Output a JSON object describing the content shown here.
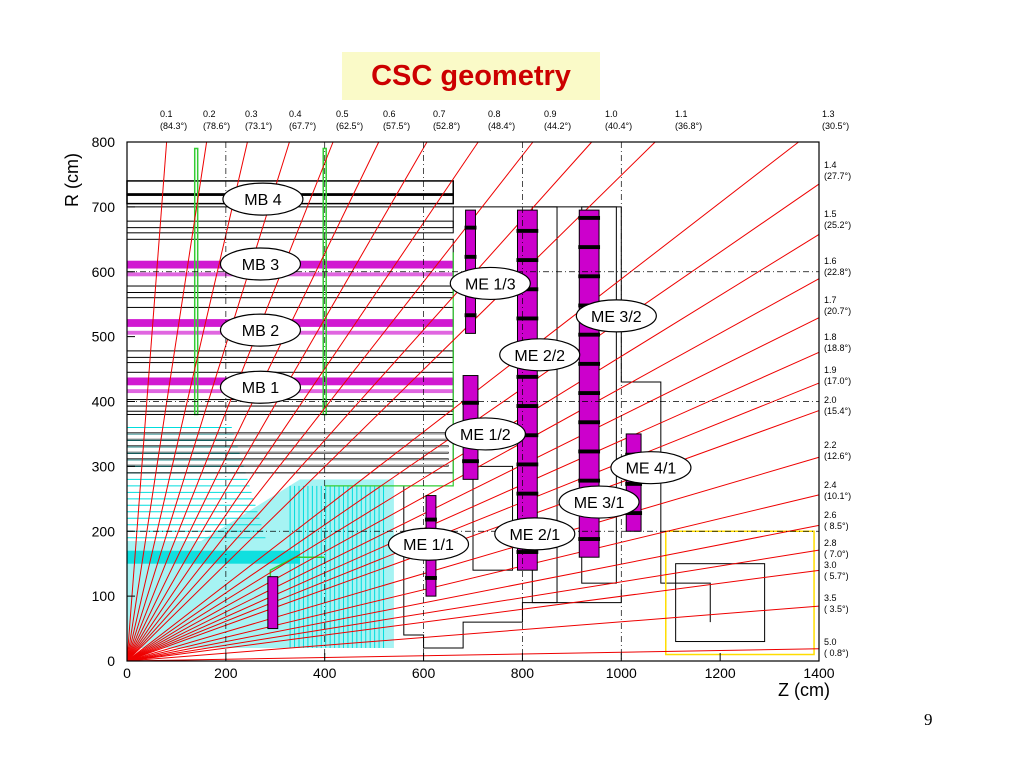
{
  "slide": {
    "title": "CSC geometry",
    "page_number": "9"
  },
  "axes": {
    "x": {
      "title": "Z (cm)",
      "min": 0,
      "max": 1400,
      "ticks": [
        "0",
        "200",
        "400",
        "600",
        "800",
        "1000",
        "1200",
        "1400"
      ]
    },
    "y": {
      "title": "R (cm)",
      "min": 0,
      "max": 800,
      "ticks": [
        "0",
        "100",
        "200",
        "300",
        "400",
        "500",
        "600",
        "700",
        "800"
      ]
    }
  },
  "eta_top": [
    {
      "eta": "0.1",
      "theta": "(84.3°)"
    },
    {
      "eta": "0.2",
      "theta": "(78.6°)"
    },
    {
      "eta": "0.3",
      "theta": "(73.1°)"
    },
    {
      "eta": "0.4",
      "theta": "(67.7°)"
    },
    {
      "eta": "0.5",
      "theta": "(62.5°)"
    },
    {
      "eta": "0.6",
      "theta": "(57.5°)"
    },
    {
      "eta": "0.7",
      "theta": "(52.8°)"
    },
    {
      "eta": "0.8",
      "theta": "(48.4°)"
    },
    {
      "eta": "0.9",
      "theta": "(44.2°)"
    },
    {
      "eta": "1.0",
      "theta": "(40.4°)"
    },
    {
      "eta": "1.1",
      "theta": "(36.8°)"
    },
    {
      "eta": "1.3",
      "theta": "(30.5°)"
    }
  ],
  "eta_right": [
    {
      "eta": "1.4",
      "theta": "(27.7°)"
    },
    {
      "eta": "1.5",
      "theta": "(25.2°)"
    },
    {
      "eta": "1.6",
      "theta": "(22.8°)"
    },
    {
      "eta": "1.7",
      "theta": "(20.7°)"
    },
    {
      "eta": "1.8",
      "theta": "(18.8°)"
    },
    {
      "eta": "1.9",
      "theta": "(17.0°)"
    },
    {
      "eta": "2.0",
      "theta": "(15.4°)"
    },
    {
      "eta": "2.2",
      "theta": "(12.6°)"
    },
    {
      "eta": "2.4",
      "theta": "(10.1°)"
    },
    {
      "eta": "2.6",
      "theta": "( 8.5°)"
    },
    {
      "eta": "2.8",
      "theta": "( 7.0°)"
    },
    {
      "eta": "3.0",
      "theta": "( 5.7°)"
    },
    {
      "eta": "3.5",
      "theta": "( 3.5°)"
    },
    {
      "eta": "5.0",
      "theta": "( 0.8°)"
    }
  ],
  "labels": [
    {
      "text": "MB 4",
      "z": 275,
      "r": 712
    },
    {
      "text": "MB 3",
      "z": 270,
      "r": 612
    },
    {
      "text": "MB 2",
      "z": 270,
      "r": 510
    },
    {
      "text": "MB 1",
      "z": 270,
      "r": 422
    },
    {
      "text": "ME 1/3",
      "z": 735,
      "r": 582
    },
    {
      "text": "ME 3/2",
      "z": 990,
      "r": 532
    },
    {
      "text": "ME 2/2",
      "z": 835,
      "r": 472
    },
    {
      "text": "ME 1/2",
      "z": 725,
      "r": 350
    },
    {
      "text": "ME 4/1",
      "z": 1060,
      "r": 298
    },
    {
      "text": "ME 3/1",
      "z": 955,
      "r": 245
    },
    {
      "text": "ME 2/1",
      "z": 825,
      "r": 196
    },
    {
      "text": "ME 1/1",
      "z": 610,
      "r": 180
    }
  ],
  "colors": {
    "title": "#cc0000",
    "title_bg": "#fafac8",
    "eta_lines": "#ee0000",
    "csc_chambers": "#cc00cc",
    "barrel_rpc": "#cc00cc",
    "tracker": "#00dddd",
    "outline_green": "#33cc33",
    "outline_yellow": "#ffdd00"
  }
}
